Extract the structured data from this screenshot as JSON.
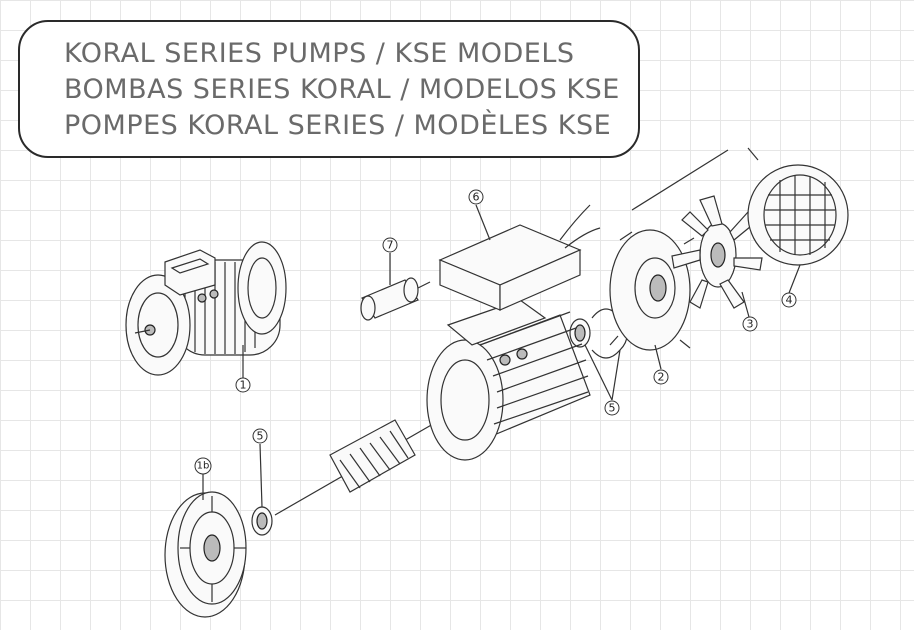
{
  "title": {
    "line1": "Koral series pumps / KSE models",
    "line2": "Bombas series Koral / Modelos KSE",
    "line3": "Pompes Koral series / Modèles KSE"
  },
  "callouts": {
    "c1": "1",
    "c1b": "1b",
    "c2": "2",
    "c3": "3",
    "c4": "4",
    "c5a": "5",
    "c5b": "5",
    "c6": "6",
    "c7": "7"
  }
}
